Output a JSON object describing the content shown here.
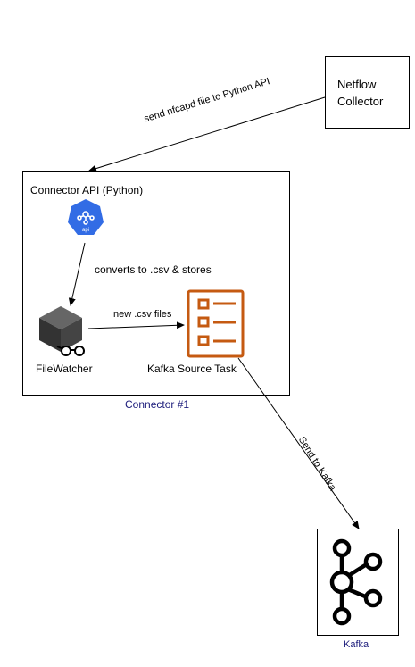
{
  "nodes": {
    "netflow": {
      "line1": "Netflow",
      "line2": "Collector"
    },
    "connector_box": {
      "title": "Connector API (Python)",
      "caption": "Connector #1"
    },
    "api_icon": {
      "text": "api",
      "color": "#326ce5"
    },
    "filewatcher": {
      "label": "FileWatcher"
    },
    "kafka_source_task": {
      "label": "Kafka Source Task",
      "color": "#c55a11"
    },
    "kafka": {
      "caption": "Kafka"
    }
  },
  "edges": {
    "netflow_to_api": {
      "label": "send nfcapd file to Python API"
    },
    "api_to_filewatcher": {
      "label": "converts to .csv & stores"
    },
    "filewatcher_to_task": {
      "label": "new .csv files"
    },
    "task_to_kafka": {
      "label": "Send to Kafka"
    }
  }
}
